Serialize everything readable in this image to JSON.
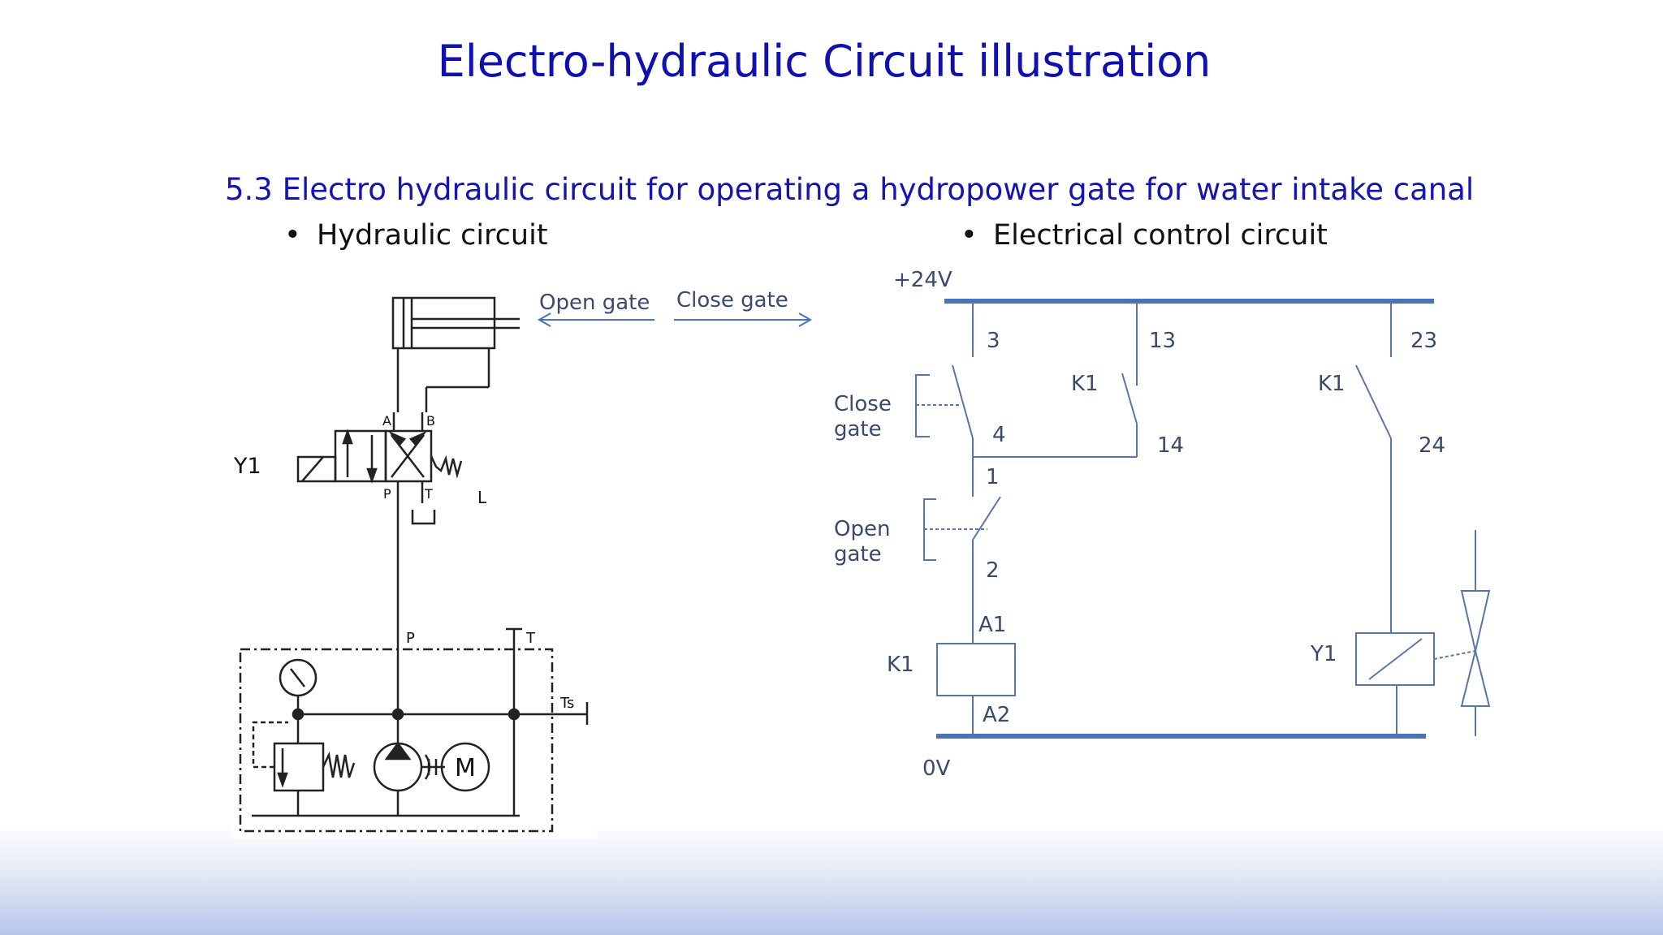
{
  "slide": {
    "title": "Electro-hydraulic Circuit illustration",
    "subtitle": "5.3 Electro hydraulic circuit for operating a hydropower gate for water intake canal",
    "bullets": {
      "hydraulic": "Hydraulic circuit",
      "electrical": "Electrical control circuit"
    }
  },
  "hydraulic": {
    "solenoid_label": "Y1",
    "port_a": "A",
    "port_b": "B",
    "port_p": "P",
    "port_t": "T",
    "drain_l": "L",
    "supply_p": "P",
    "return_t": "T",
    "ts_label": "Ts",
    "motor_label": "M",
    "open_gate": "Open gate",
    "close_gate": "Close gate"
  },
  "electrical": {
    "supply_pos": "+24V",
    "supply_zero": "0V",
    "close_gate_label_line1": "Close",
    "close_gate_label_line2": "gate",
    "open_gate_label_line1": "Open",
    "open_gate_label_line2": "gate",
    "t3": "3",
    "t4": "4",
    "t13": "13",
    "t14": "14",
    "t23": "23",
    "t24": "24",
    "t1": "1",
    "t2": "2",
    "a1": "A1",
    "a2": "A2",
    "k1_contact_1": "K1",
    "k1_contact_2": "K1",
    "k1_coil": "K1",
    "y1_coil": "Y1"
  },
  "colors": {
    "title": "#1010b0",
    "rail": "#4a72b8",
    "wire": "#5877a8",
    "label": "#3a4a6a"
  }
}
